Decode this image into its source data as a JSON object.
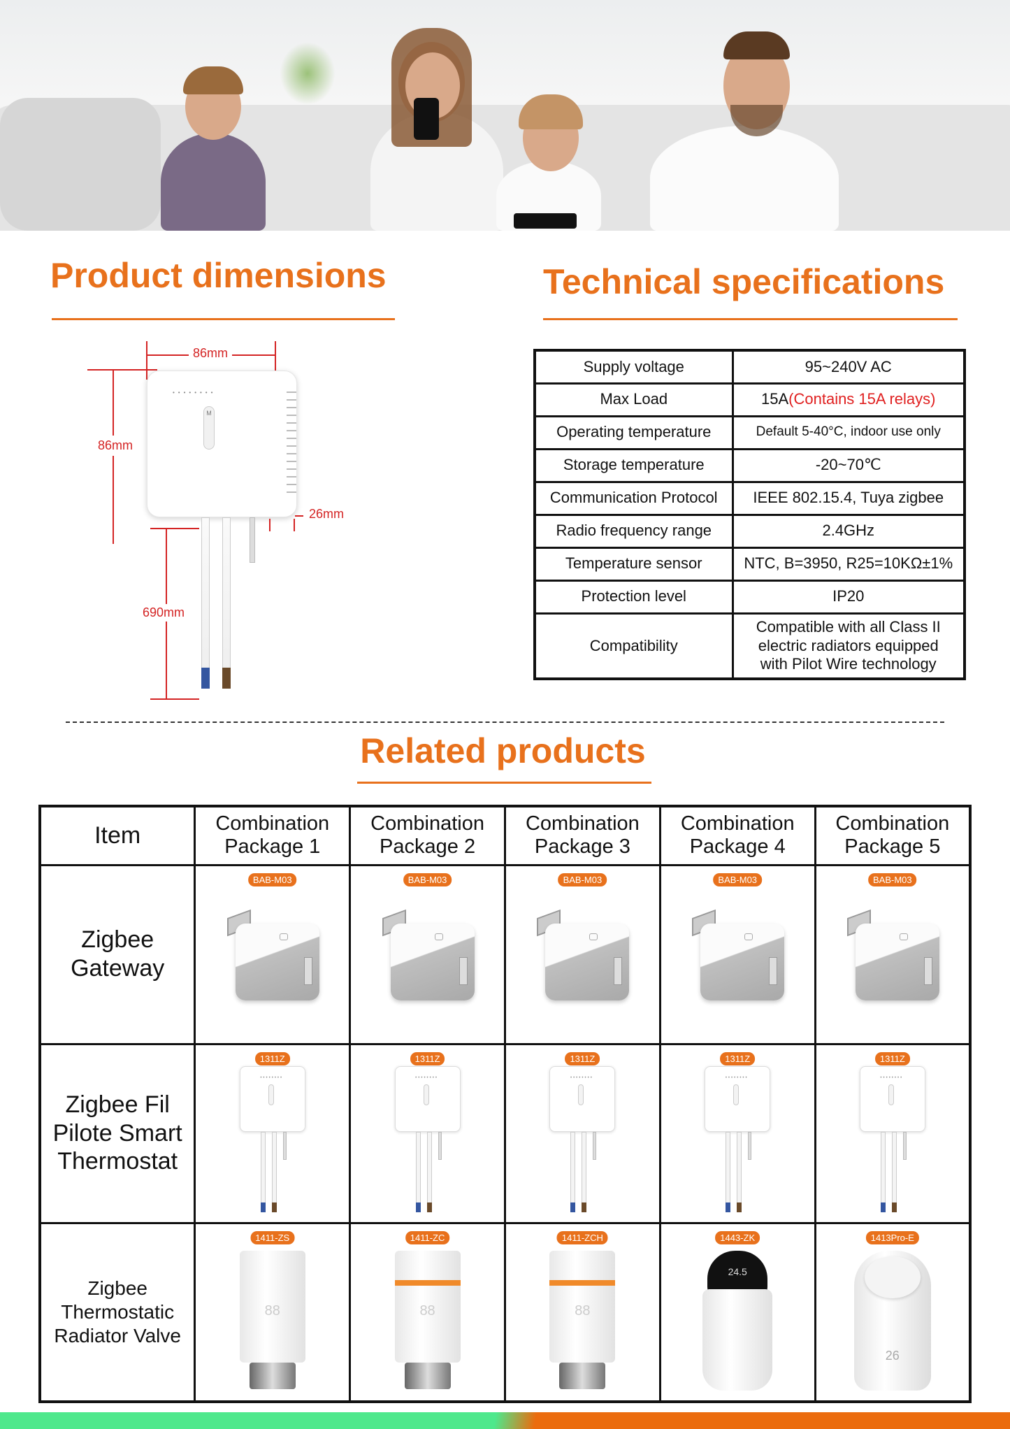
{
  "colors": {
    "accent": "#e8711c",
    "dimension": "#d42424",
    "footer_left": "#4ee88c",
    "footer_right": "#eb6c0e"
  },
  "dimensions": {
    "title": "Product dimensions",
    "width": "86mm",
    "height": "86mm",
    "depth": "26mm",
    "cable_length": "690mm",
    "device_button_label": "M"
  },
  "specs": {
    "title": "Technical specifications",
    "rows": [
      {
        "key": "Supply voltage",
        "value": "95~240V AC"
      },
      {
        "key": "Max Load",
        "value": "15A",
        "value_note": "(Contains 15A relays)"
      },
      {
        "key": "Operating temperature",
        "value": "Default 5-40°C, indoor use only"
      },
      {
        "key": "Storage temperature",
        "value": "-20~70℃"
      },
      {
        "key": "Communication Protocol",
        "value": "IEEE 802.15.4, Tuya zigbee"
      },
      {
        "key": "Radio frequency range",
        "value": "2.4GHz"
      },
      {
        "key": "Temperature sensor",
        "value": "NTC, B=3950, R25=10KΩ±1%"
      },
      {
        "key": "Protection level",
        "value": "IP20"
      },
      {
        "key": "Compatibility",
        "value": "Compatible with all Class II electric radiators equipped with Pilot Wire technology"
      }
    ]
  },
  "related": {
    "title": "Related products",
    "header": [
      "Item",
      "Combination Package 1",
      "Combination Package 2",
      "Combination Package 3",
      "Combination Package 4",
      "Combination Package 5"
    ],
    "rows": [
      {
        "label": "Zigbee Gateway",
        "kind": "gateway",
        "models": [
          "BAB-M03",
          "BAB-M03",
          "BAB-M03",
          "BAB-M03",
          "BAB-M03"
        ]
      },
      {
        "label": "Zigbee Fil Pilote Smart Thermostat",
        "kind": "thermostat",
        "models": [
          "1311Z",
          "1311Z",
          "1311Z",
          "1311Z",
          "1311Z"
        ]
      },
      {
        "label": "Zigbee Thermostatic Radiator Valve",
        "kind": "trv",
        "models": [
          "1411-ZS",
          "1411-ZC",
          "1411-ZCH",
          "1443-ZK",
          "1413Pro-E"
        ]
      }
    ]
  }
}
